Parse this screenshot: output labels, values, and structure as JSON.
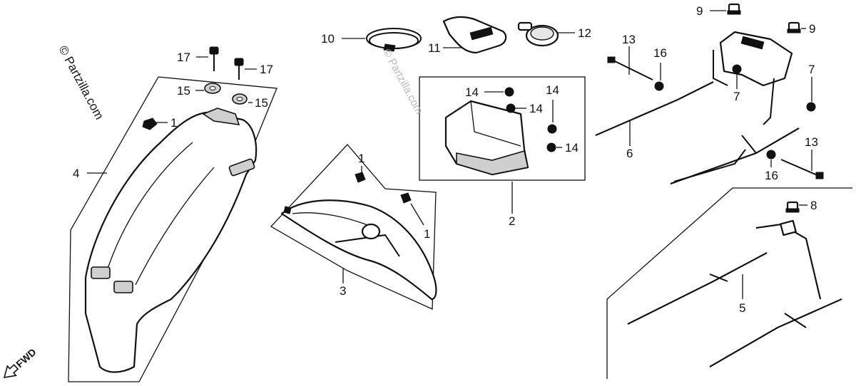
{
  "watermark": {
    "main": "© Partzilla.com",
    "ghost": "© Partzilla.com"
  },
  "direction_label": "FWD",
  "callouts": {
    "c1a": "1",
    "c1b": "1",
    "c1c": "1",
    "c2": "2",
    "c3": "3",
    "c4": "4",
    "c5": "5",
    "c6": "6",
    "c7a": "7",
    "c7b": "7",
    "c8": "8",
    "c9a": "9",
    "c9b": "9",
    "c10": "10",
    "c11": "11",
    "c12": "12",
    "c13a": "13",
    "c13b": "13",
    "c14a": "14",
    "c14b": "14",
    "c14c": "14",
    "c14d": "14",
    "c15a": "15",
    "c15b": "15",
    "c16a": "16",
    "c16b": "16",
    "c17a": "17",
    "c17b": "17"
  }
}
